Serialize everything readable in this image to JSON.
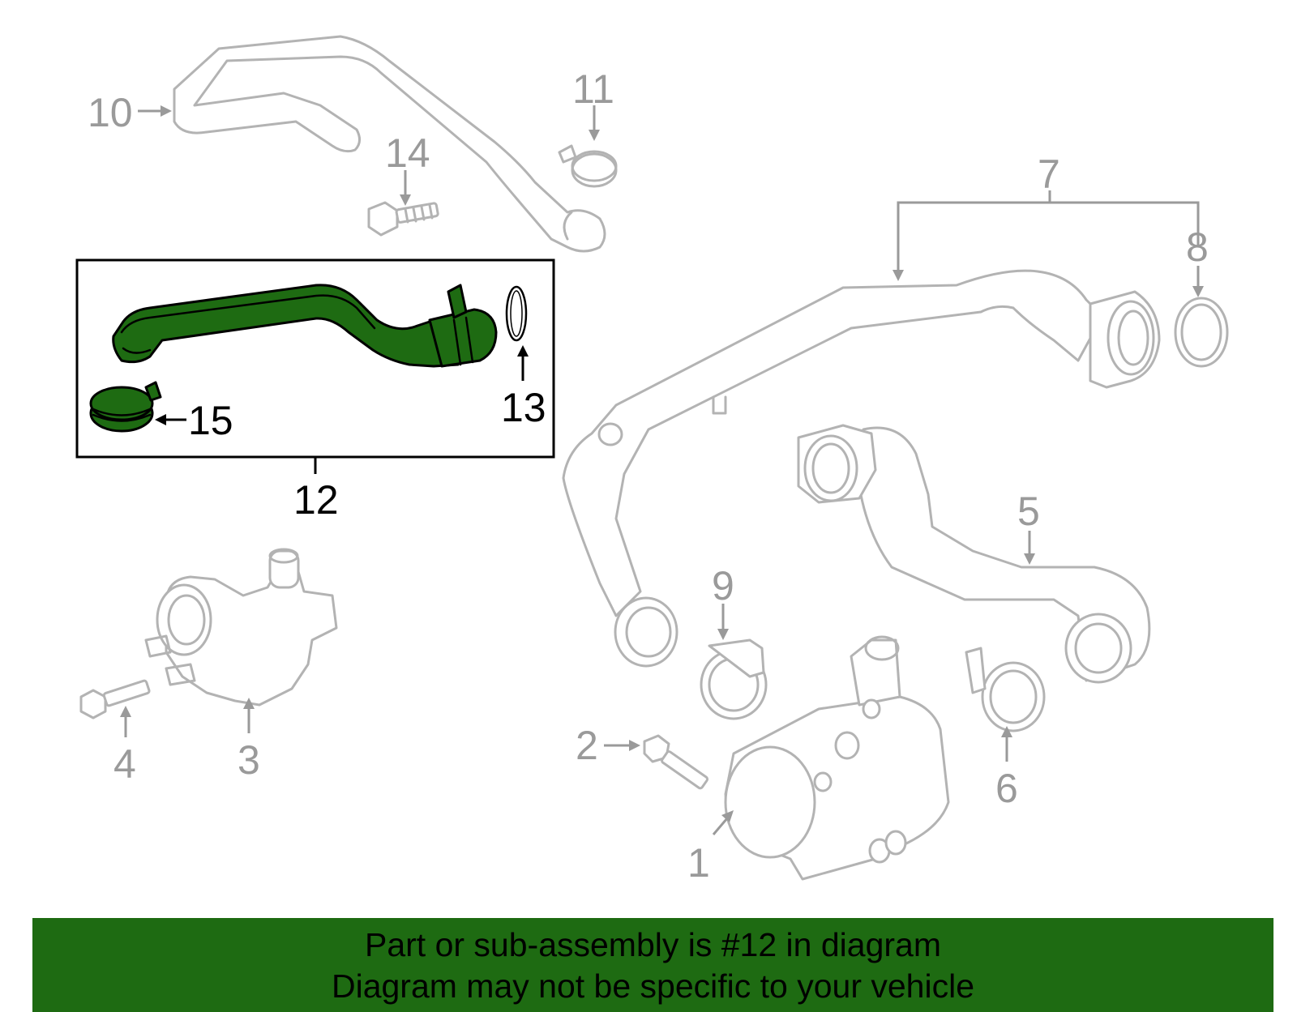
{
  "colors": {
    "highlight": "#1e6b12",
    "part_lines": "#b3b3b3",
    "callout_grey": "#9a9a9a",
    "banner_bg": "#1e6b12"
  },
  "callouts": {
    "c1": "1",
    "c2": "2",
    "c3": "3",
    "c4": "4",
    "c5": "5",
    "c6": "6",
    "c7": "7",
    "c8": "8",
    "c9": "9",
    "c10": "10",
    "c11": "11",
    "c12": "12",
    "c13": "13",
    "c14": "14",
    "c15": "15"
  },
  "highlighted_part": "12",
  "banner": {
    "line1": "Part or sub-assembly is #12 in diagram",
    "line2": "Diagram may not be specific to your vehicle"
  }
}
